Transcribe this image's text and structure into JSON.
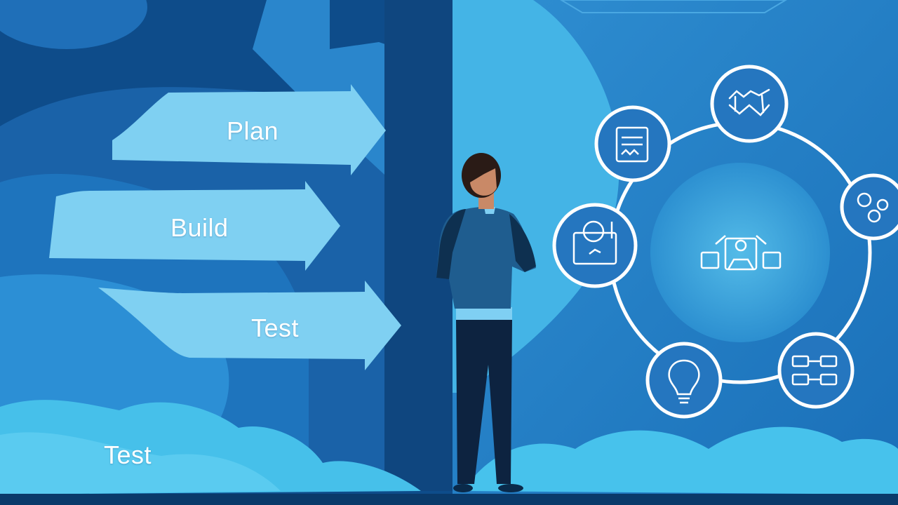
{
  "arrows": [
    {
      "label": "Plan"
    },
    {
      "label": "Build"
    },
    {
      "label": "Test"
    }
  ],
  "footer_label": "Test",
  "cycle": {
    "center_icon": "team-collaboration-icon",
    "nodes": [
      {
        "icon": "handshake-icon"
      },
      {
        "icon": "document-icon"
      },
      {
        "icon": "gears-icon"
      },
      {
        "icon": "user-monitor-icon"
      },
      {
        "icon": "lightbulb-icon"
      },
      {
        "icon": "flowchart-icon"
      }
    ]
  },
  "colors": {
    "deep_blue": "#0d4a86",
    "mid_blue": "#1f6fb8",
    "light_blue": "#3aa8df",
    "arrow_fill": "#7fd0f2",
    "cloud": "#46c0ea",
    "ring": "#ffffff"
  }
}
